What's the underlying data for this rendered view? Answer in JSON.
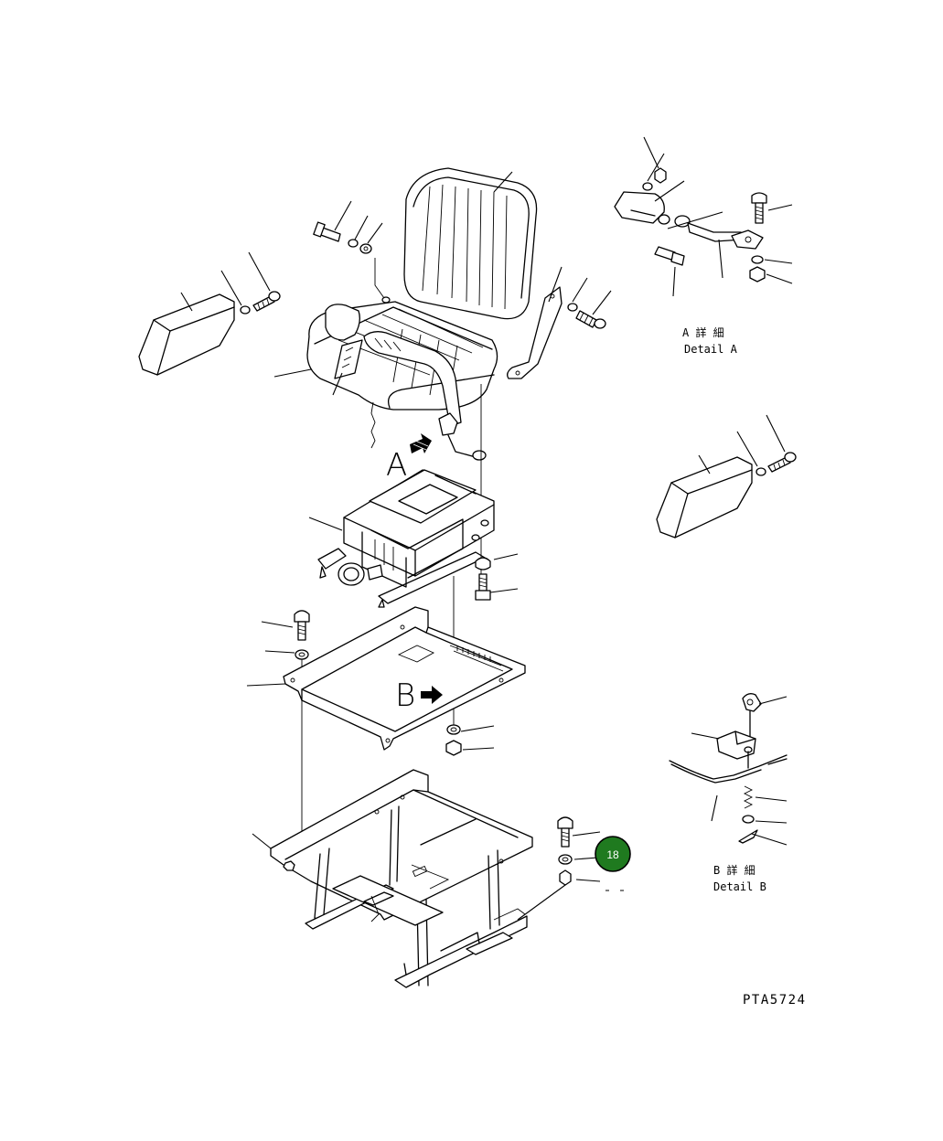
{
  "drawing_id": "PTA5724",
  "view_labels": {
    "view_a": "A",
    "view_b": "B"
  },
  "detail_a": {
    "jp": "A 詳 細",
    "en": "Detail A"
  },
  "detail_b": {
    "jp": "B 詳 細",
    "en": "Detail B"
  },
  "callout": {
    "number": "18",
    "color": "#1f7a1f",
    "border": "#000000"
  },
  "colors": {
    "line": "#000000",
    "background": "#ffffff"
  }
}
